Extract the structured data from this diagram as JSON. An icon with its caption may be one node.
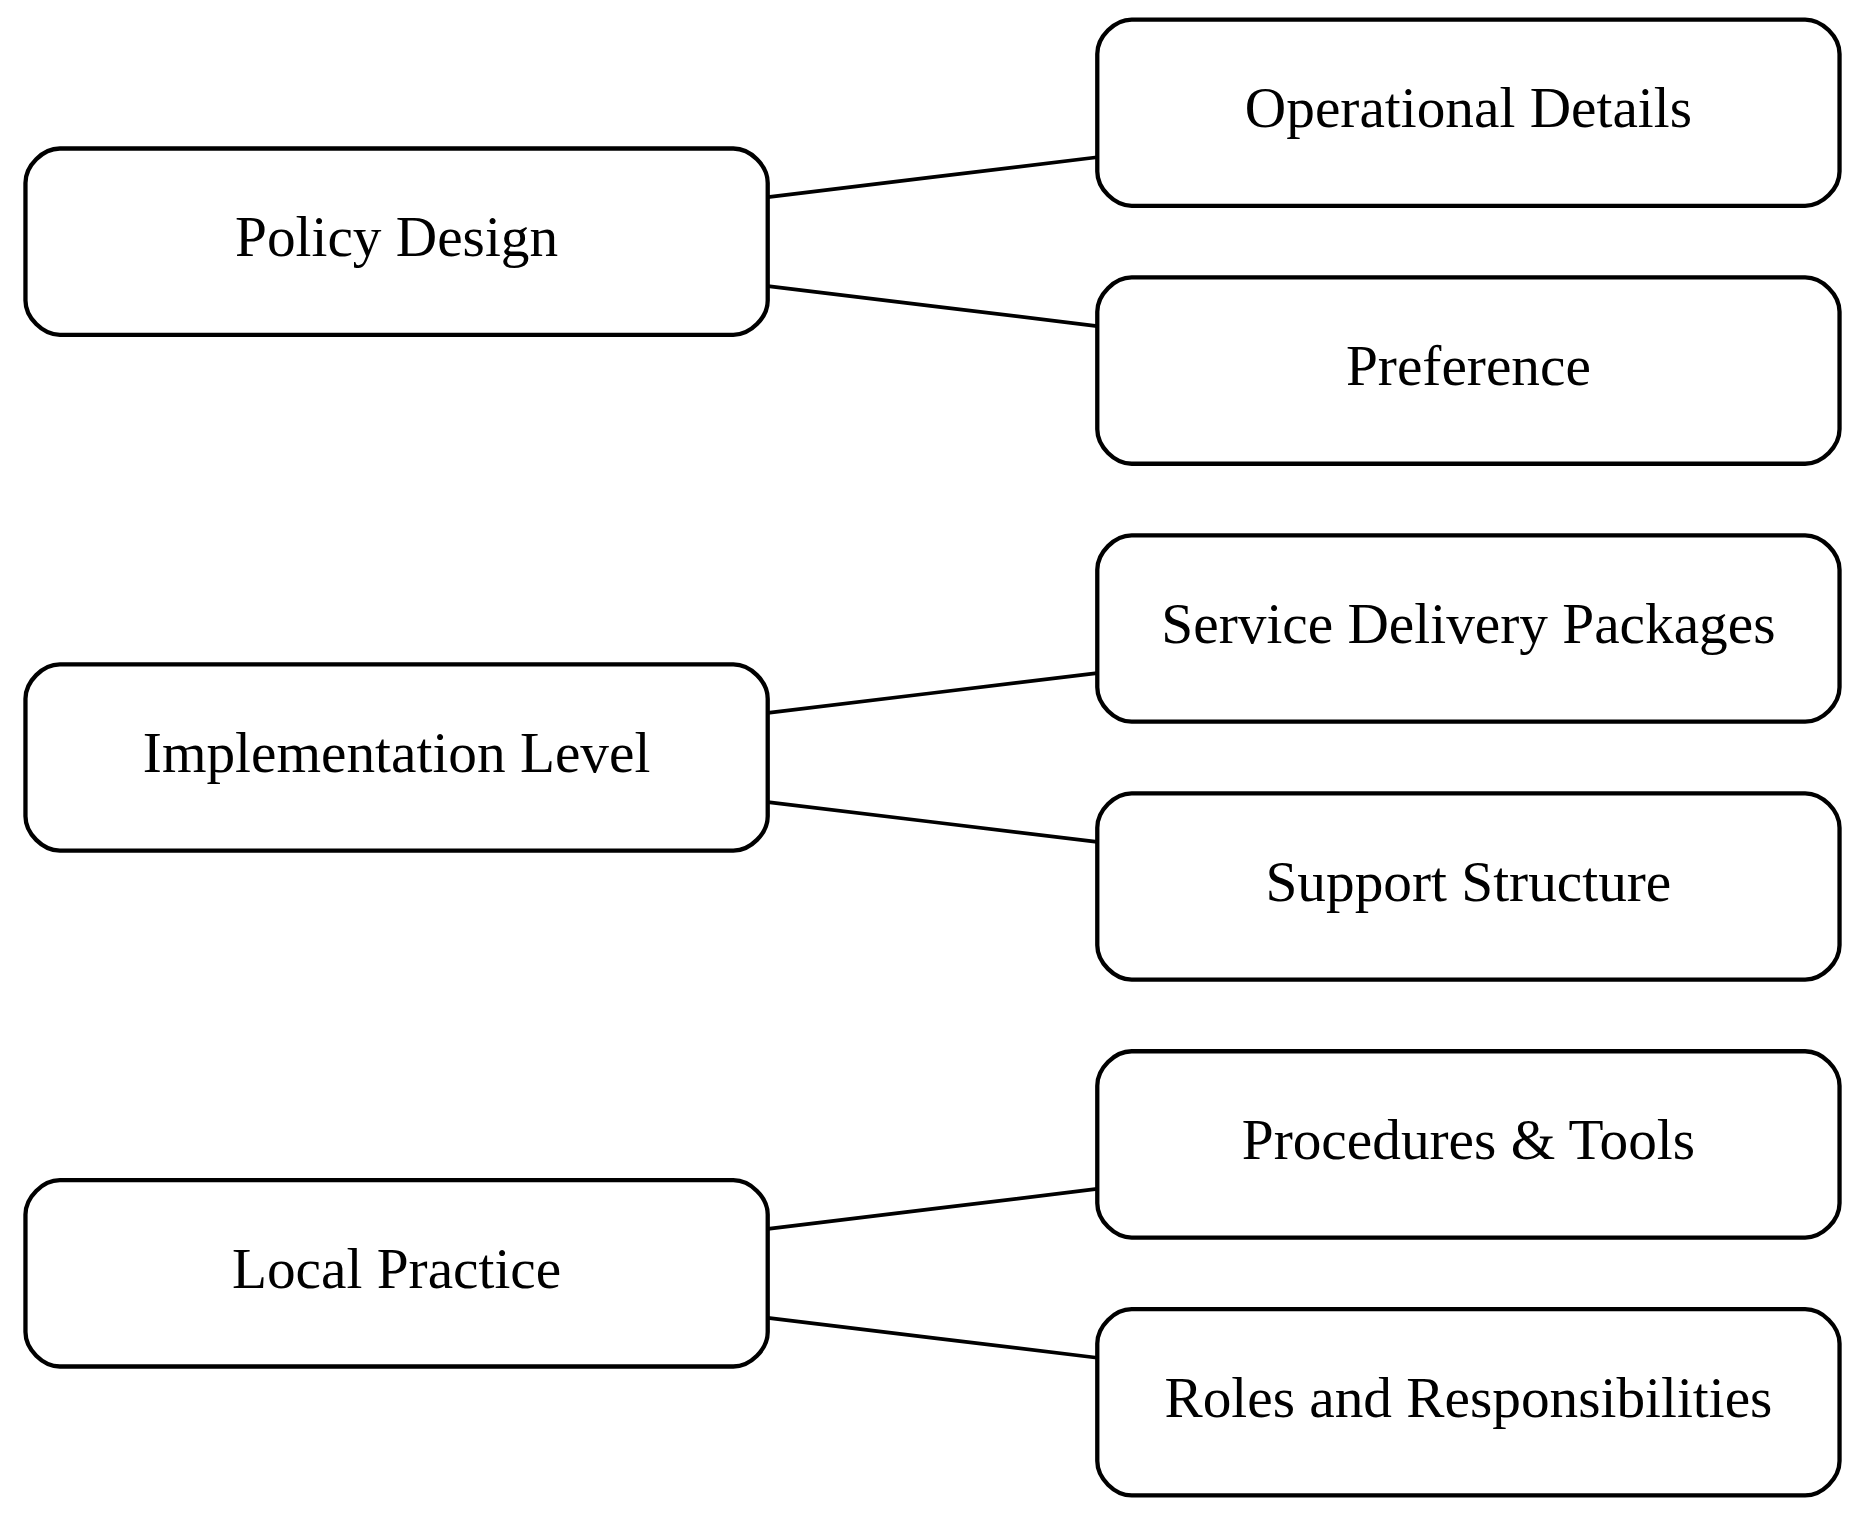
{
  "diagram": {
    "nodes": [
      {
        "text": [
          "Local Practice"
        ]
      },
      {
        "text": [
          "Procedures & Tools"
        ]
      },
      {
        "text": [
          "Roles and Responsibilities"
        ]
      },
      {
        "text": [
          "Implementation Level"
        ]
      },
      {
        "text": [
          "Service Delivery Packages"
        ]
      },
      {
        "text": [
          "Support Structure"
        ]
      },
      {
        "text": [
          "Policy Design"
        ]
      },
      {
        "text": [
          "Operational Details"
        ]
      },
      {
        "text": [
          "Preference"
        ]
      }
    ],
    "edges": [
      {
        "from": 0,
        "to": 1,
        "arrow": "none"
      },
      {
        "from": 0,
        "to": 2,
        "arrow": "none"
      },
      {
        "from": 3,
        "to": 4,
        "arrow": "none"
      },
      {
        "from": 3,
        "to": 5,
        "arrow": "none"
      },
      {
        "from": 6,
        "to": 7,
        "arrow": "none"
      },
      {
        "from": 6,
        "to": 8,
        "arrow": "none"
      }
    ]
  }
}
